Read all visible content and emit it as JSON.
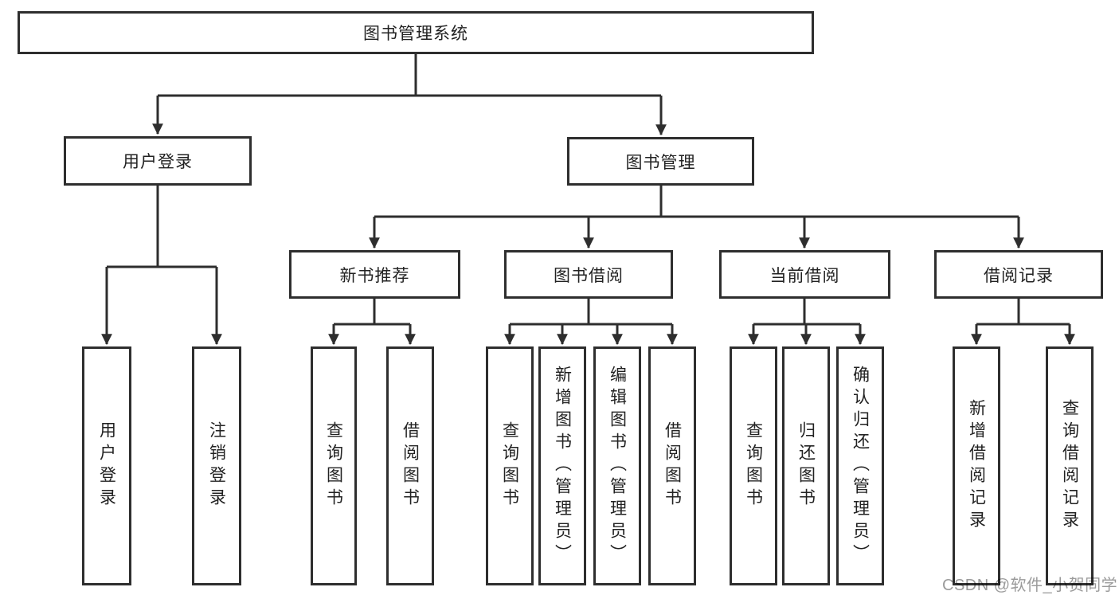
{
  "colors": {
    "line": "#2e2e2e",
    "text": "#222222",
    "watermark": "#9b9b9b",
    "background": "#ffffff"
  },
  "watermark": {
    "text": "CSDN @软件_小贺同学"
  },
  "tree": {
    "label": "图书管理系统",
    "children": [
      {
        "label": "用户登录",
        "children": [
          {
            "label": "用户登录"
          },
          {
            "label": "注销登录"
          }
        ]
      },
      {
        "label": "图书管理",
        "children": [
          {
            "label": "新书推荐",
            "children": [
              {
                "label": "查询图书"
              },
              {
                "label": "借阅图书"
              }
            ]
          },
          {
            "label": "图书借阅",
            "children": [
              {
                "label": "查询图书"
              },
              {
                "label": "新增图书（管理员）"
              },
              {
                "label": "编辑图书（管理员）"
              },
              {
                "label": "借阅图书"
              }
            ]
          },
          {
            "label": "当前借阅",
            "children": [
              {
                "label": "查询图书"
              },
              {
                "label": "归还图书"
              },
              {
                "label": "确认归还（管理员）"
              }
            ]
          },
          {
            "label": "借阅记录",
            "children": [
              {
                "label": "新增借阅记录"
              },
              {
                "label": "查询借阅记录"
              }
            ]
          }
        ]
      }
    ]
  }
}
